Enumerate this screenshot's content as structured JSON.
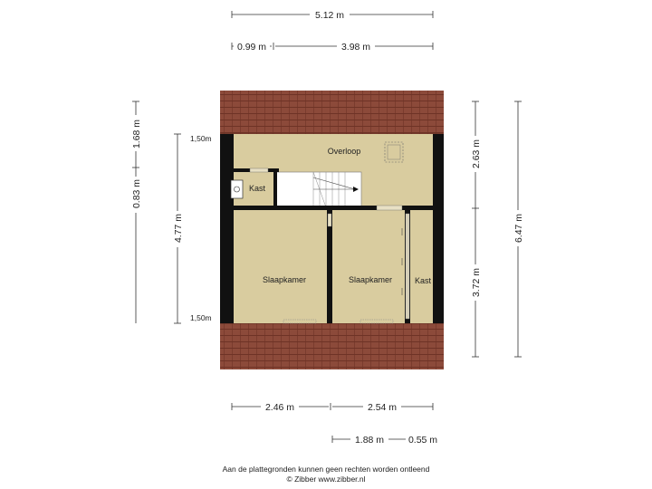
{
  "dimensions": {
    "top_total": "5.12 m",
    "top_left": "0.99 m",
    "top_right": "3.98 m",
    "left_upper": "0.83 m",
    "left_upper_b": "1.68 m",
    "left_lower": "4.77 m",
    "right_upper": "2.63 m",
    "right_lower": "3.72 m",
    "right_total": "6.47 m",
    "bottom_left": "2.46 m",
    "bottom_right": "2.54 m",
    "bottom_sub_left": "1.88 m",
    "bottom_sub_right": "0.55 m"
  },
  "height_marks": {
    "top": "1,50m",
    "bottom": "1,50m"
  },
  "rooms": {
    "overloop": "Overloop",
    "kast_small": "Kast",
    "slaapkamer_left": "Slaapkamer",
    "slaapkamer_right": "Slaapkamer",
    "kast_right": "Kast"
  },
  "footer": {
    "line1": "Aan de plattegronden kunnen geen rechten worden ontleend",
    "line2": "© Zibber www.zibber.nl"
  },
  "colors": {
    "roof": "#8c4a3a",
    "roof_line": "#6e3326",
    "floor": "#d9cc9f",
    "wall": "#111111"
  }
}
